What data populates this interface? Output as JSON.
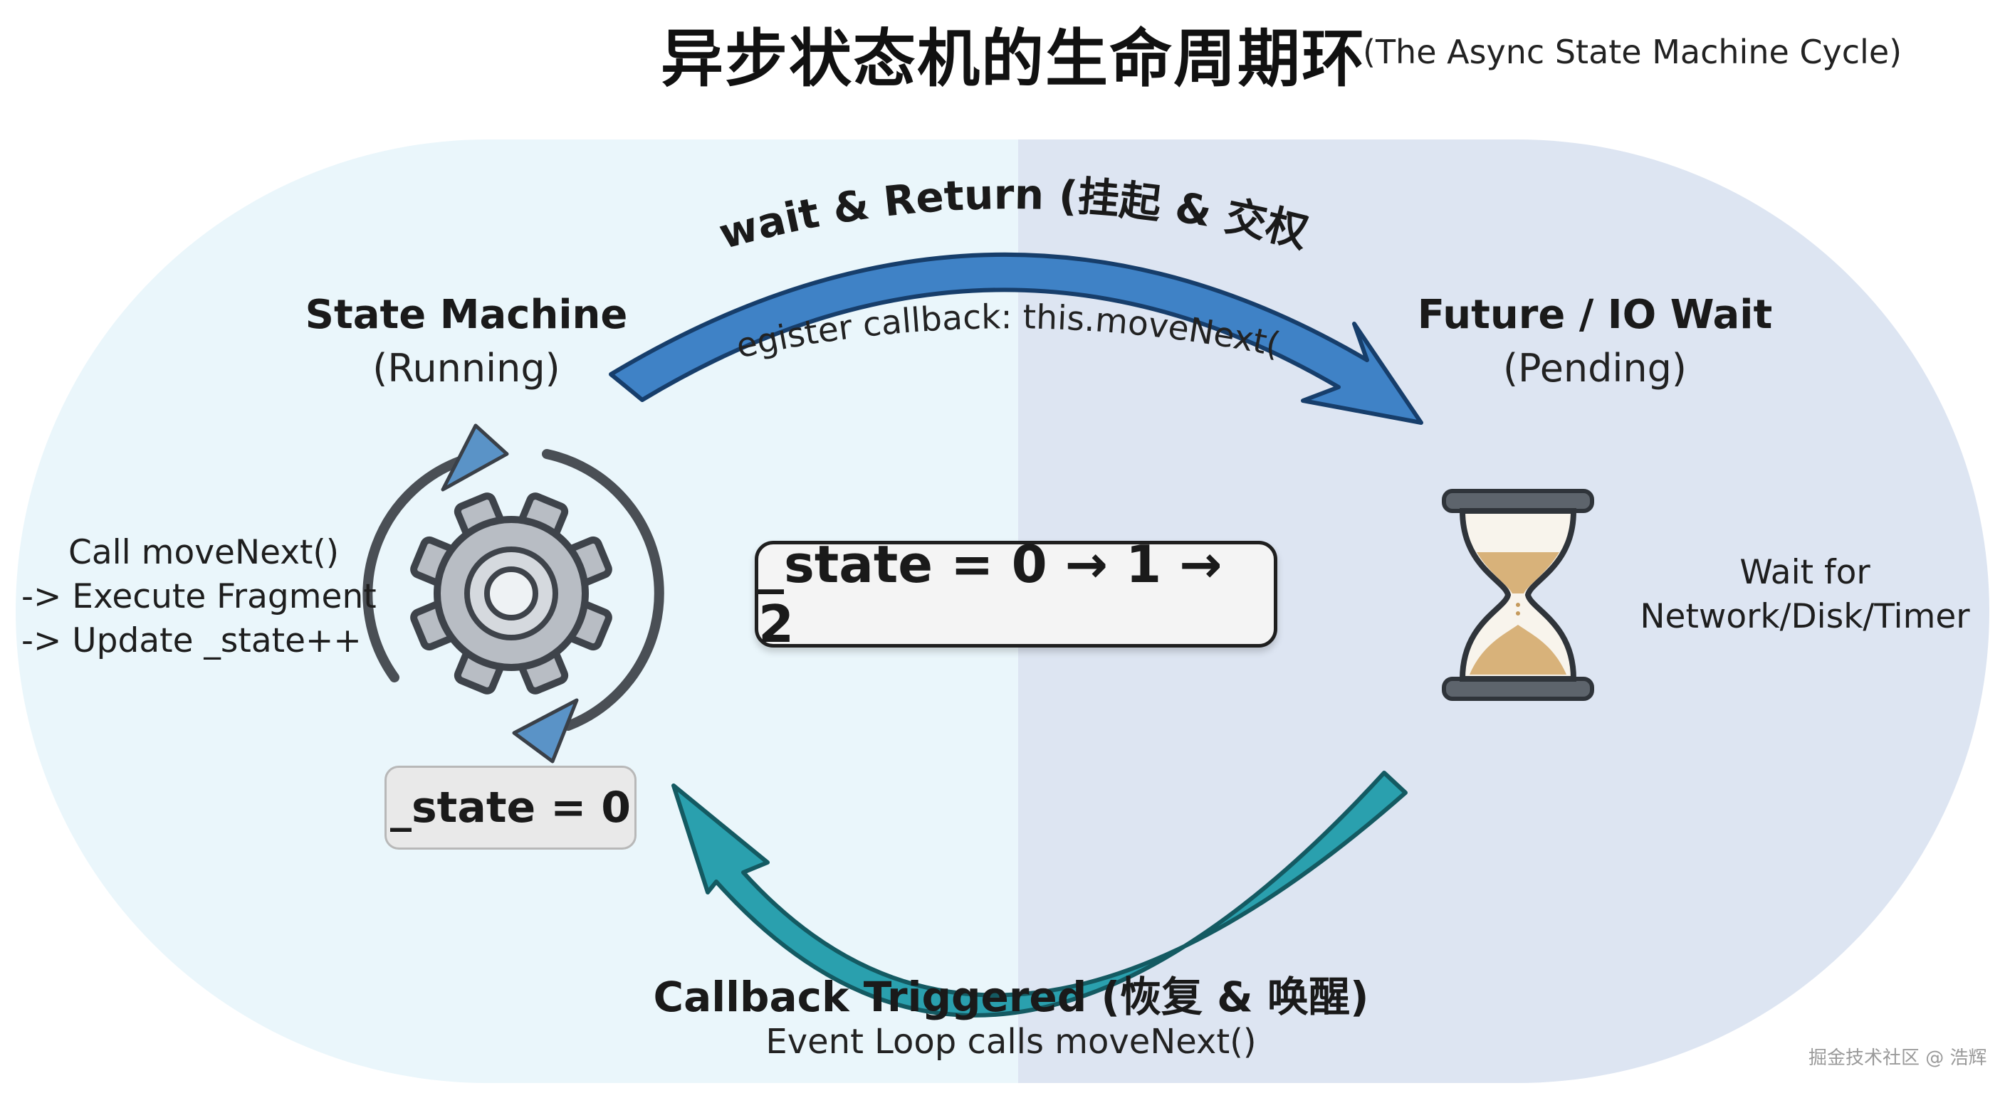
{
  "title": {
    "main": "异步状态机的生命周期环",
    "subtitle": "(The Async State Machine Cycle)"
  },
  "top_arrow": {
    "label": "Await & Return (挂起 & 交权)",
    "sublabel": "Register callback: this.moveNext()",
    "color": "#3f82c6"
  },
  "bottom_arrow": {
    "label": "Callback Triggered (恢复 & 唤醒)",
    "sublabel": "Event Loop calls moveNext()",
    "color": "#2aa0ae"
  },
  "state_machine": {
    "title": "State Machine",
    "status": "(Running)",
    "steps": [
      "Call moveNext()",
      "-> Execute Fragment",
      "-> Update _state++"
    ],
    "state_badge": "_state = 0",
    "icon": "gear-icon"
  },
  "future": {
    "title": "Future / IO Wait",
    "status": "(Pending)",
    "description_lines": [
      "Wait for",
      "Network/Disk/Timer"
    ],
    "icon": "hourglass-icon"
  },
  "state_sequence": "_state = 0 → 1 → 2",
  "watermark": "掘金技术社区 @ 浩辉",
  "colors": {
    "left_panel": "#eaf6fb",
    "right_panel": "#dde5f2",
    "sand": "#d8b27a",
    "icon_stroke": "#4a4f55"
  }
}
